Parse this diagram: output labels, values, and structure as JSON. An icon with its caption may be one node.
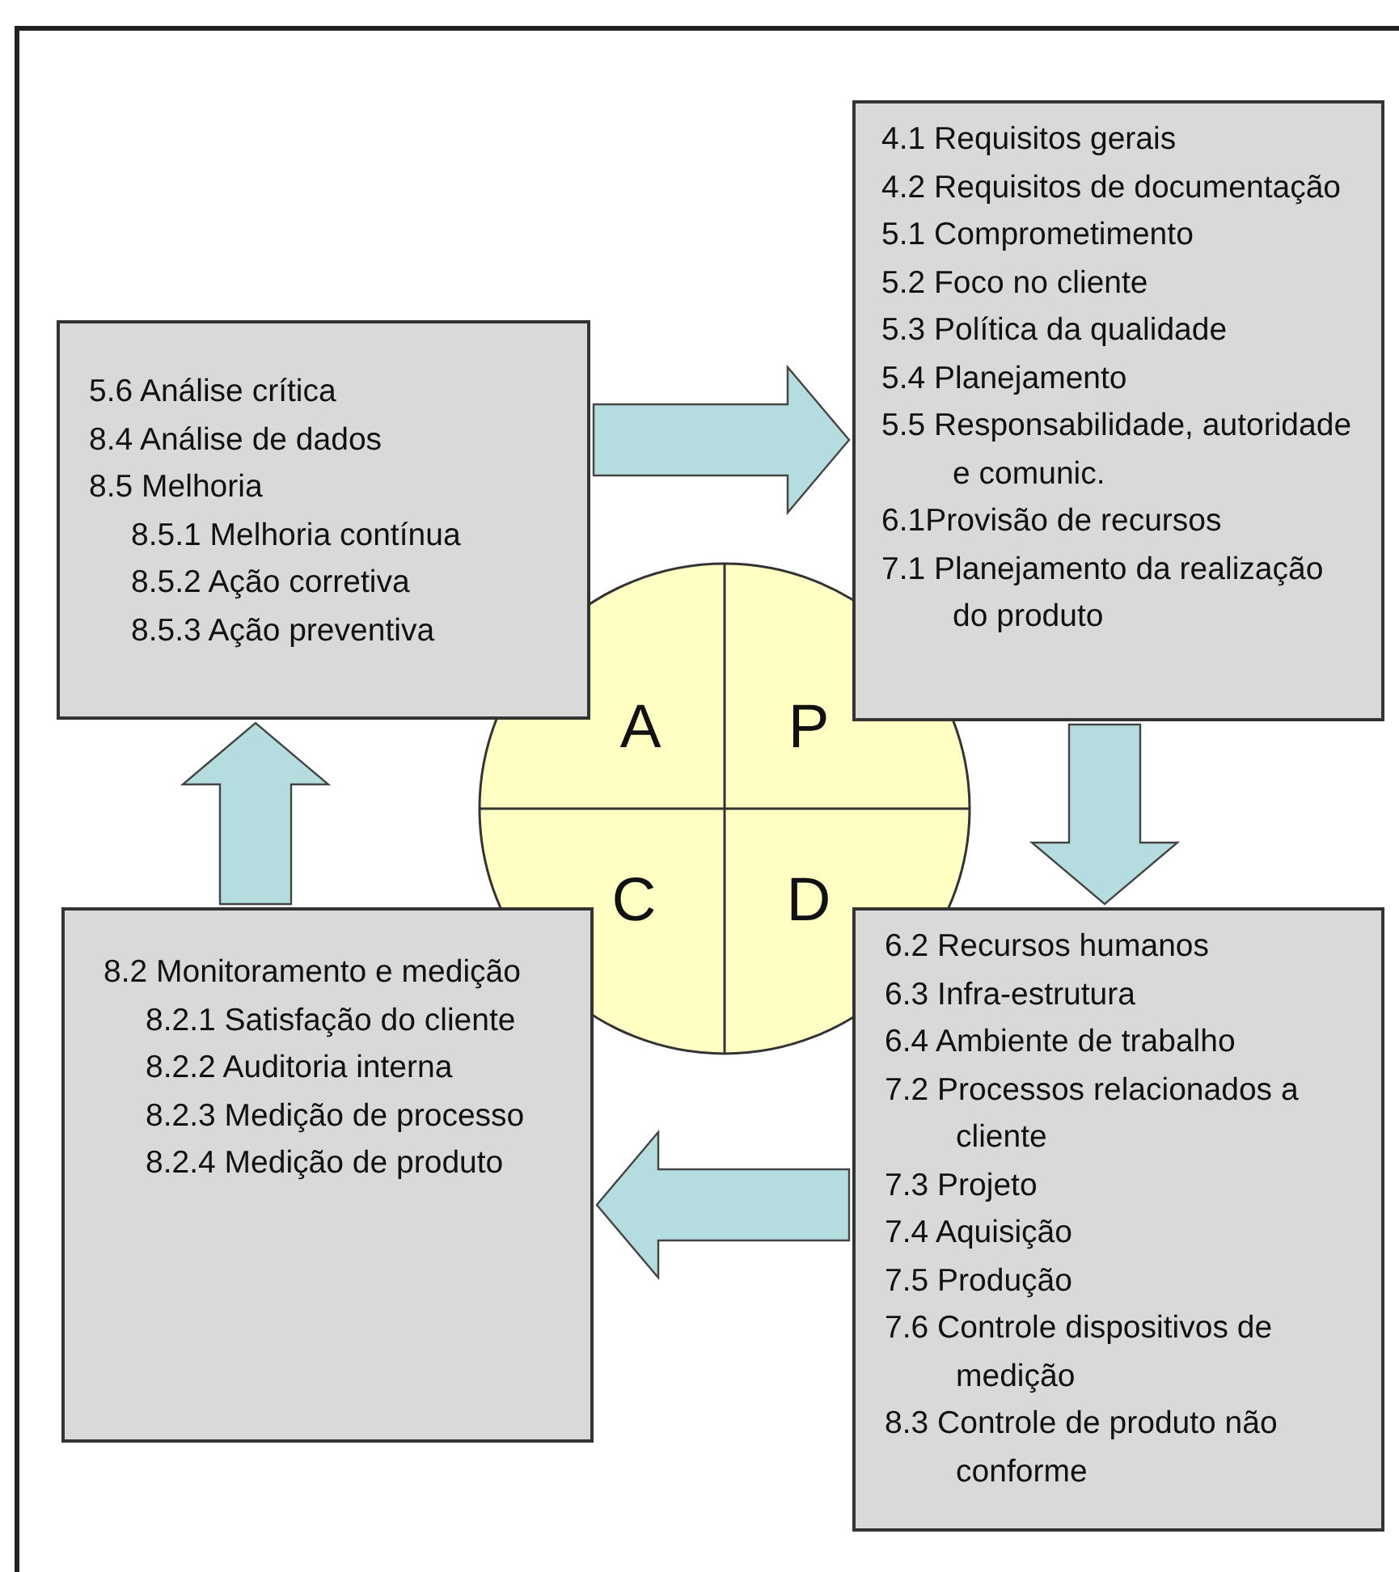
{
  "diagram": {
    "nodes": [
      {
        "text": [
          "4.1 Requisitos gerais",
          "4.2 Requisitos de documentação",
          "5.1 Comprometimento",
          "5.2 Foco no cliente",
          "5.3 Política da qualidade",
          "5.4 Planejamento",
          "5.5 Responsabilidade, autoridade e comunic.",
          "6.1Provisão de recursos",
          "7.1 Planejamento da realização do produto"
        ]
      },
      {
        "text": [
          "5.6 Análise crítica",
          "8.4 Análise de dados",
          "8.5 Melhoria",
          "8.5.1 Melhoria contínua",
          "8.5.2 Ação corretiva",
          "8.5.3 Ação preventiva"
        ]
      },
      {
        "text": [
          "A",
          "P",
          "C",
          "D"
        ]
      },
      {
        "text": [
          "8.2 Monitoramento e medição",
          "8.2.1 Satisfação do cliente",
          "8.2.2 Auditoria interna",
          "8.2.3 Medição de processo",
          "8.2.4 Medição de produto"
        ]
      },
      {
        "text": [
          "6.2 Recursos humanos",
          "6.3 Infra-estrutura",
          "6.4 Ambiente de trabalho",
          "7.2 Processos relacionados a cliente",
          "7.3 Projeto",
          "7.4 Aquisição",
          "7.5 Produção",
          "7.6 Controle dispositivos de medição",
          "8.3 Controle de produto não conforme"
        ]
      }
    ],
    "edges": [
      {
        "from": 1,
        "to": 0,
        "arrow": "to"
      },
      {
        "from": 0,
        "to": 4,
        "arrow": "to"
      },
      {
        "from": 4,
        "to": 3,
        "arrow": "to"
      },
      {
        "from": 3,
        "to": 1,
        "arrow": "to"
      }
    ]
  }
}
